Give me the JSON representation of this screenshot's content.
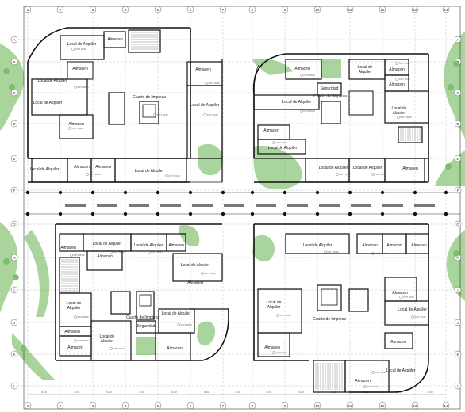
{
  "colors": {
    "wall": "#111111",
    "thin_line": "#333333",
    "grid_line": "#9a9a9a",
    "green": "#a9d59c",
    "green_dark": "#7fbf70",
    "stair_hatch": "#555555",
    "background": "#ffffff"
  },
  "grid": {
    "columns": [
      "1",
      "2",
      "3",
      "4",
      "5",
      "6",
      "7",
      "8",
      "9",
      "10",
      "11",
      "12",
      "13",
      "14"
    ],
    "rows": [
      "A",
      "B",
      "C",
      "D",
      "E",
      "F",
      "G",
      "H",
      "I",
      "J",
      "K",
      "L"
    ]
  },
  "labels": {
    "local_alquiler": "Local de Alquiler",
    "local_de": "Local de",
    "alquiler": "Alquiler",
    "almacen": "Almacen",
    "cuarto_limpieza": "Cuarto de limpieza",
    "seguridad": "Seguridad"
  },
  "dimension_text": "5.00",
  "tag_text": "N.P.T. ±0.00",
  "icons": {
    "grid_bubble": "circle-icon",
    "tree": "tree-icon",
    "stair": "stair-icon",
    "level_tag": "level-tag-icon"
  }
}
